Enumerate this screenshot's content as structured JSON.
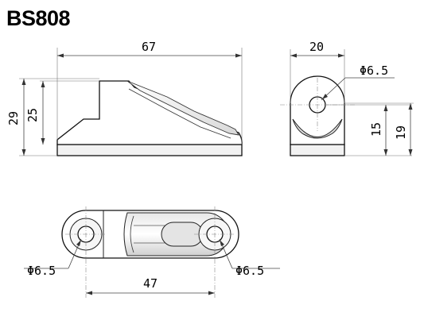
{
  "title": "BS808",
  "dimensions": {
    "side_length": "67",
    "side_height_total": "29",
    "side_height_body": "25",
    "end_width": "20",
    "end_hole": "Φ6.5",
    "end_height_center": "15",
    "end_height_total": "19",
    "top_hole_left": "Φ6.5",
    "top_hole_right": "Φ6.5",
    "top_hole_spacing": "47"
  },
  "colors": {
    "body_fill": "#ffffff",
    "base_fill": "#f2f2f2",
    "shade": "#d9d9d9",
    "line": "#111111"
  }
}
